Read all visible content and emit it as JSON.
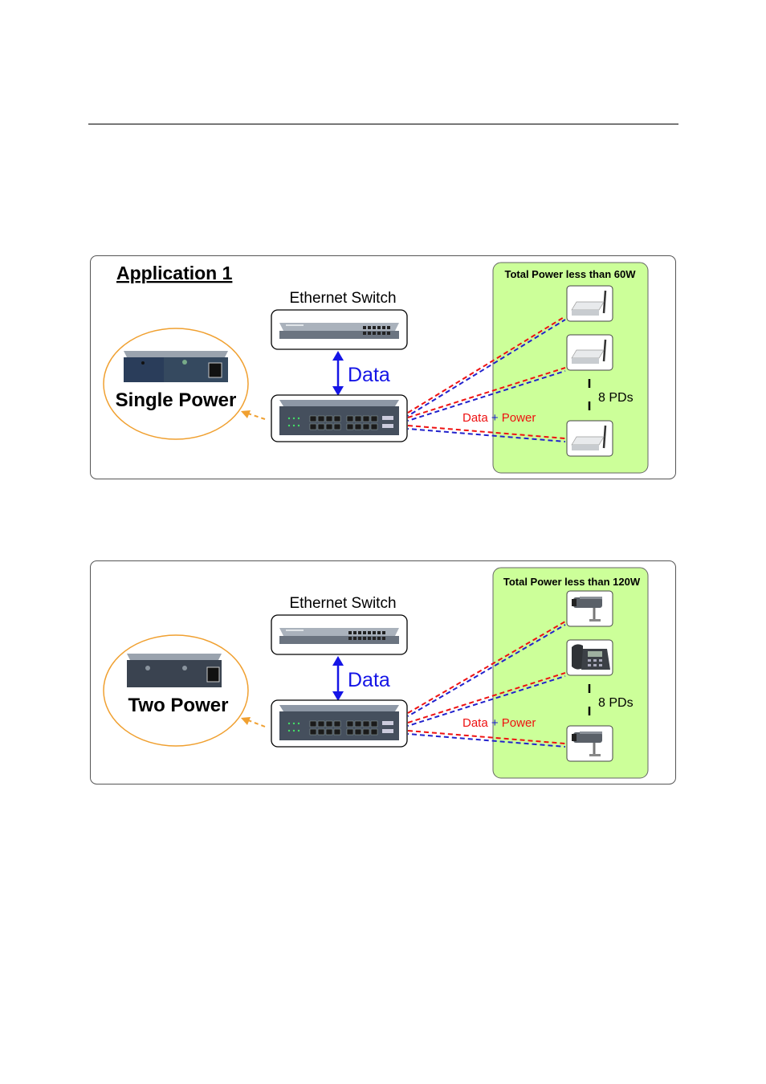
{
  "panels": [
    {
      "title": "Application 1",
      "switch_label": "Ethernet Switch",
      "data_label": "Data",
      "power_label": "Single Power",
      "total_label": "Total Power less than 60W",
      "pds_label": "8 PDs",
      "link_label_part1": "Data",
      "link_label_plus": "+",
      "link_label_part2": "Power",
      "devices": [
        "wireless-ap-icon",
        "wireless-ap-icon",
        "wireless-ap-icon"
      ]
    },
    {
      "title": "",
      "switch_label": "Ethernet Switch",
      "data_label": "Data",
      "power_label": "Two Power",
      "total_label": "Total Power less than 120W",
      "pds_label": "8 PDs",
      "link_label_part1": "Data",
      "link_label_plus": "+",
      "link_label_part2": "Power",
      "devices": [
        "ip-camera-icon",
        "ip-phone-icon",
        "ip-camera-icon"
      ]
    }
  ],
  "colors": {
    "pd_area": "#ccff99",
    "power_circle": "#f0a030",
    "data_arrow": "#1515e6",
    "cable_red": "#ee1111",
    "cable_blue": "#2222cc"
  }
}
